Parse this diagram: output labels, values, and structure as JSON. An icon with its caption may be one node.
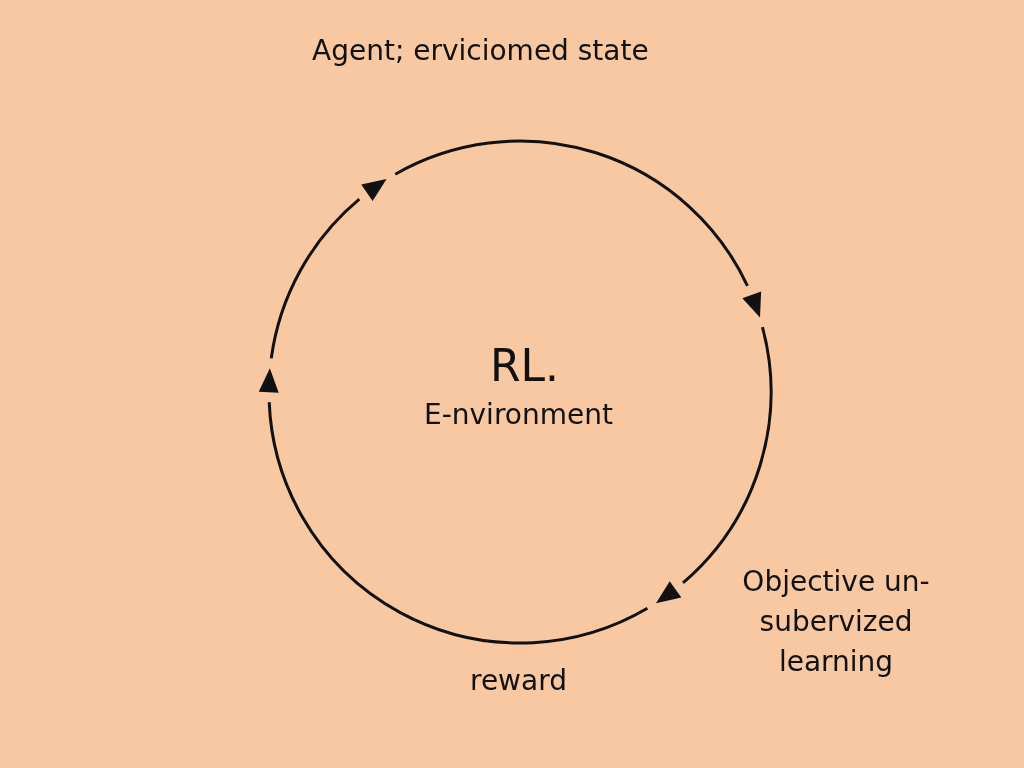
{
  "diagram": {
    "title": "Agent; erviciomed state",
    "labels": [
      "RL.",
      "E-nvironment",
      "Objective un-subervized learning",
      "reward"
    ]
  }
}
